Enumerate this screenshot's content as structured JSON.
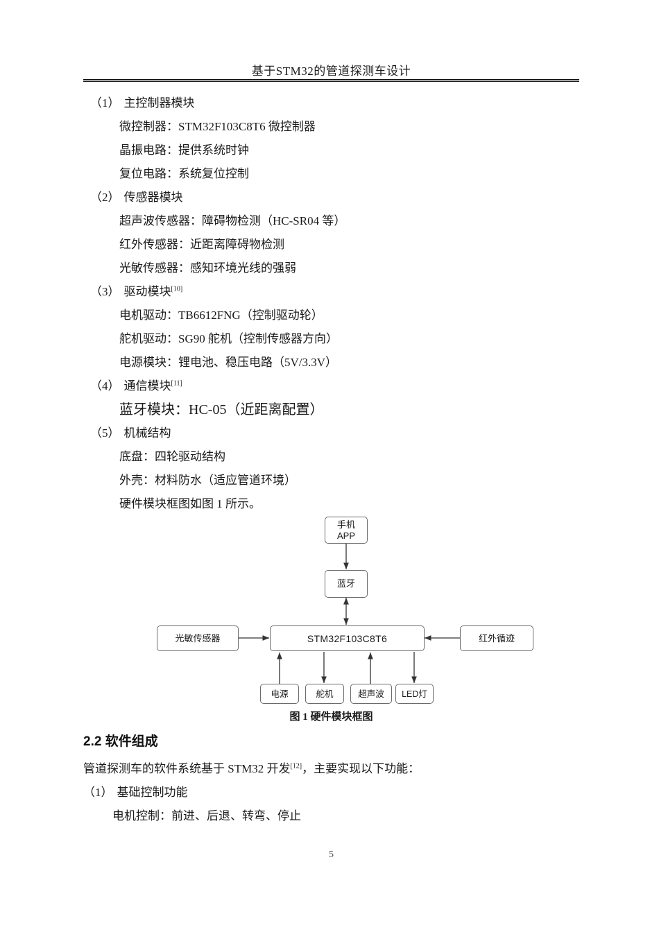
{
  "header": {
    "running_title": "基于STM32的管道探测车设计"
  },
  "page_number": "5",
  "body": {
    "items": [
      {
        "number": "（1）",
        "title": "主控制器模块",
        "ref": "",
        "lines": [
          "微控制器：STM32F103C8T6 微控制器",
          "晶振电路：提供系统时钟",
          "复位电路：系统复位控制"
        ]
      },
      {
        "number": "（2）",
        "title": "传感器模块",
        "ref": "",
        "lines": [
          "超声波传感器：障碍物检测（HC-SR04 等）",
          "红外传感器：近距离障碍物检测",
          "光敏传感器：感知环境光线的强弱"
        ]
      },
      {
        "number": "（3）",
        "title": "驱动模块",
        "ref": "[10]",
        "lines": [
          "电机驱动：TB6612FNG（控制驱动轮）",
          "舵机驱动：SG90 舵机（控制传感器方向）",
          "电源模块：锂电池、稳压电路（5V/3.3V）"
        ]
      },
      {
        "number": "（4）",
        "title": "通信模块",
        "ref": "[11]",
        "lines": [
          "蓝牙模块：HC-05（近距离配置）"
        ]
      },
      {
        "number": "（5）",
        "title": "机械结构",
        "ref": "",
        "lines": [
          "底盘：四轮驱动结构",
          "外壳：材料防水（适应管道环境）",
          "硬件模块框图如图 1 所示。"
        ]
      }
    ]
  },
  "figure": {
    "caption": "图 1  硬件模块框图",
    "nodes": {
      "phone_app": "手机\nAPP",
      "phone_app_line1": "手机",
      "phone_app_line2": "APP",
      "bluetooth": "蓝牙",
      "mcu": "STM32F103C8T6",
      "light_sensor": "光敏传感器",
      "ir_tracking": "红外循迹",
      "power": "电源",
      "servo": "舵机",
      "ultrasonic": "超声波",
      "led": "LED灯"
    }
  },
  "section": {
    "heading": "2.2 软件组成",
    "paragraph_pre": "管道探测车的软件系统基于 STM32 开发",
    "paragraph_ref": "[12]",
    "paragraph_post": "，主要实现以下功能：",
    "items": [
      {
        "number": "（1）",
        "title": "基础控制功能",
        "lines": [
          "电机控制：前进、后退、转弯、停止"
        ]
      }
    ]
  }
}
